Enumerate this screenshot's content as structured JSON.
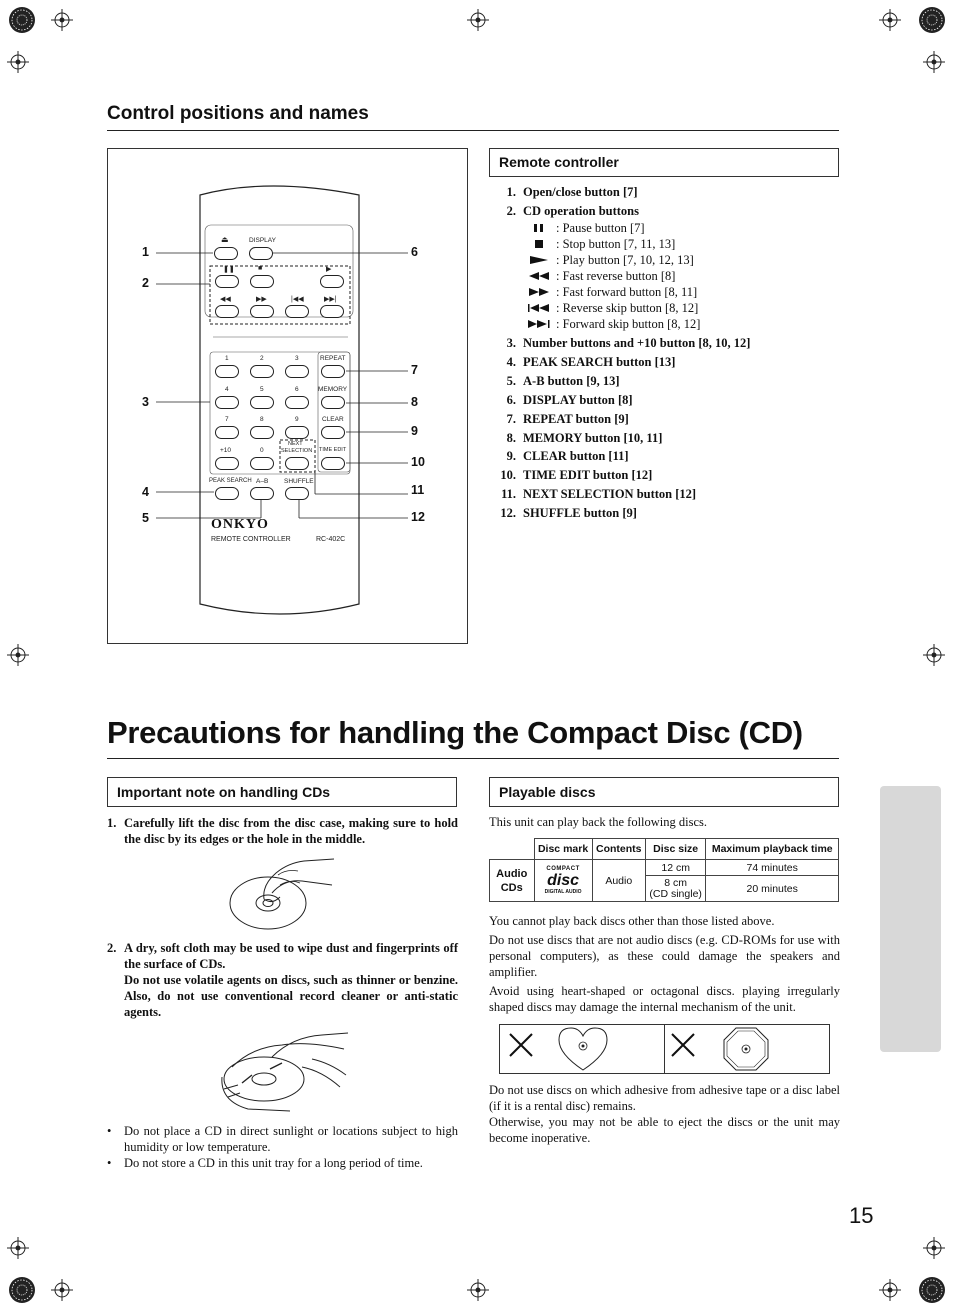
{
  "section1": {
    "title": "Control positions and names",
    "remote_header": "Remote controller",
    "items": [
      {
        "n": "1.",
        "text": "Open/close button [7]"
      },
      {
        "n": "2.",
        "text": "CD operation buttons"
      },
      {
        "n": "3.",
        "text": "Number buttons and +10 button [8, 10, 12]"
      },
      {
        "n": "4.",
        "text": "PEAK SEARCH button [13]"
      },
      {
        "n": "5.",
        "text": "A-B button [9, 13]"
      },
      {
        "n": "6.",
        "text": "DISPLAY button [8]"
      },
      {
        "n": "7.",
        "text": "REPEAT button [9]"
      },
      {
        "n": "8.",
        "text": "MEMORY button [10, 11]"
      },
      {
        "n": "9.",
        "text": "CLEAR button [11]"
      },
      {
        "n": "10.",
        "text": "TIME EDIT button [12]"
      },
      {
        "n": "11.",
        "text": "NEXT SELECTION button [12]"
      },
      {
        "n": "12.",
        "text": "SHUFFLE button [9]"
      }
    ],
    "cd_ops": [
      {
        "icon": "pause-icon",
        "text": ": Pause button [7]"
      },
      {
        "icon": "stop-icon",
        "text": ": Stop button [7, 11, 13]"
      },
      {
        "icon": "play-icon",
        "text": ": Play button [7, 10, 12, 13]"
      },
      {
        "icon": "fast-reverse-icon",
        "text": ": Fast reverse button [8]"
      },
      {
        "icon": "fast-forward-icon",
        "text": ": Fast forward button [8, 11]"
      },
      {
        "icon": "reverse-skip-icon",
        "text": ": Reverse skip button [8, 12]"
      },
      {
        "icon": "forward-skip-icon",
        "text": ": Forward skip button [8, 12]"
      }
    ],
    "callouts_left": [
      "1",
      "2",
      "3",
      "4",
      "5"
    ],
    "callouts_right": [
      "6",
      "7",
      "8",
      "9",
      "10",
      "11",
      "12"
    ],
    "remote": {
      "display": "DISPLAY",
      "numbers": [
        "1",
        "2",
        "3",
        "4",
        "5",
        "6",
        "7",
        "8",
        "9",
        "+10",
        "0"
      ],
      "repeat": "REPEAT",
      "memory": "MEMORY",
      "clear": "CLEAR",
      "time_edit": "TIME EDIT",
      "next": "NEXT",
      "selection": "SELECTION",
      "peak_search": "PEAK SEARCH",
      "ab": "A–B",
      "shuffle": "SHUFFLE",
      "brand": "ONKYO",
      "caption": "REMOTE CONTROLLER",
      "model": "RC-402C"
    }
  },
  "section2": {
    "title": "Precautions for handling the Compact Disc (CD)",
    "important_header": "Important note on handling CDs",
    "step1_n": "1.",
    "step1": "Carefully lift the disc from the disc case, making sure to hold the disc by its edges or the hole in the middle.",
    "step2_n": "2.",
    "step2a": "A dry, soft cloth may be used to wipe dust and fingerprints off the surface of CDs.",
    "step2b": "Do not use volatile agents on discs, such as thinner or benzine. Also, do not use conventional record cleaner or anti-static agents.",
    "bullets": [
      "Do not place a CD in direct sunlight or locations subject to high humidity or low temperature.",
      "Do not store a CD in this unit tray for a long period of time."
    ],
    "playable_header": "Playable discs",
    "playable_intro": "This unit can play back the following discs.",
    "table": {
      "headers": [
        "Disc mark",
        "Contents",
        "Disc size",
        "Maximum playback time"
      ],
      "row_label_1": "Audio",
      "row_label_2": "CDs",
      "disc_mark_top": "COMPACT",
      "disc_mark_mid": "disc",
      "disc_mark_bottom": "DIGITAL AUDIO",
      "contents": "Audio",
      "size1": "12 cm",
      "time1": "74 minutes",
      "size2a": "8 cm",
      "size2b": "(CD single)",
      "time2": "20 minutes"
    },
    "para1": "You cannot play back discs other than those listed above.",
    "para2": "Do not use discs that are not audio discs (e.g. CD-ROMs for use with personal computers), as these could damage the speakers and amplifier.",
    "para3": "Avoid using heart-shaped or octagonal discs. playing irregularly shaped discs may damage the internal mechanism of the unit.",
    "para4": "Do not use discs on which adhesive from adhesive tape or a disc label (if it is a rental disc) remains.",
    "para5": "Otherwise, you may not be able to eject the discs or the unit may become inoperative."
  },
  "page_number": "15"
}
